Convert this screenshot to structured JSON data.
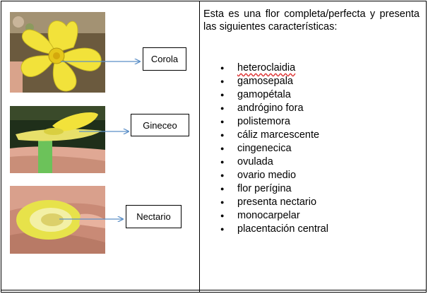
{
  "figure": {
    "labels": {
      "corola": "Corola",
      "gineceo": "Gineceo",
      "nectario": "Nectario"
    }
  },
  "description": {
    "intro": "Esta es una flor completa/perfecta y presenta las siguientes características:",
    "traits": [
      "heteroclaidia",
      "gamosepala",
      "gamopétala",
      "andrógino fora",
      "polistemora",
      "cáliz marcescente",
      "cingenecica",
      "ovulada",
      "ovario medio",
      "flor perígina",
      "presenta nectario",
      "monocarpelar",
      "placentación central"
    ]
  },
  "colors": {
    "petal": "#f2e23a",
    "arrow": "#5b8fc7"
  }
}
